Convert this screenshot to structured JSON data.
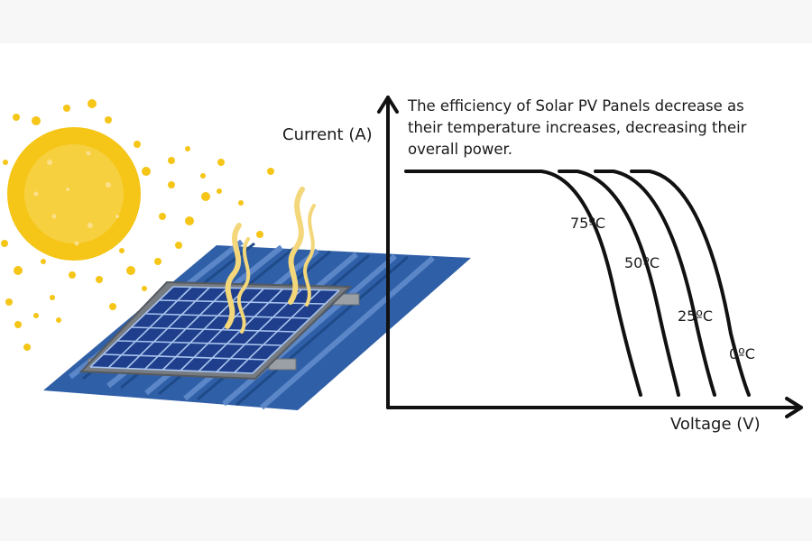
{
  "diagram": {
    "caption": "The efficiency of Solar PV Panels decrease as their temperature increases, decreasing their overall power.",
    "y_axis_label": "Current (A)",
    "x_axis_label": "Voltage (V)",
    "curves": [
      {
        "label": "75ºC"
      },
      {
        "label": "50ºC"
      },
      {
        "label": "25ºC"
      },
      {
        "label": "0ºC"
      }
    ]
  },
  "colors": {
    "sun": "#f5c518",
    "roof": "#2f5fa7",
    "panel": "#1f3f8c",
    "heat": "#f3d77a",
    "axis": "#111111"
  }
}
